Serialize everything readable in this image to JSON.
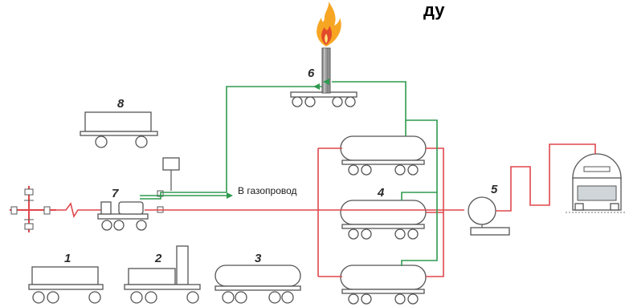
{
  "heading_fragment": "ду",
  "gas_label": "В газопровод",
  "labels": {
    "n1": "1",
    "n2": "2",
    "n3": "3",
    "n4": "4",
    "n5": "5",
    "n6": "6",
    "n7": "7",
    "n8": "8"
  },
  "colors": {
    "oil_line": "#e0474c",
    "gas_line": "#2f9a4f",
    "equipment": "#555555"
  }
}
